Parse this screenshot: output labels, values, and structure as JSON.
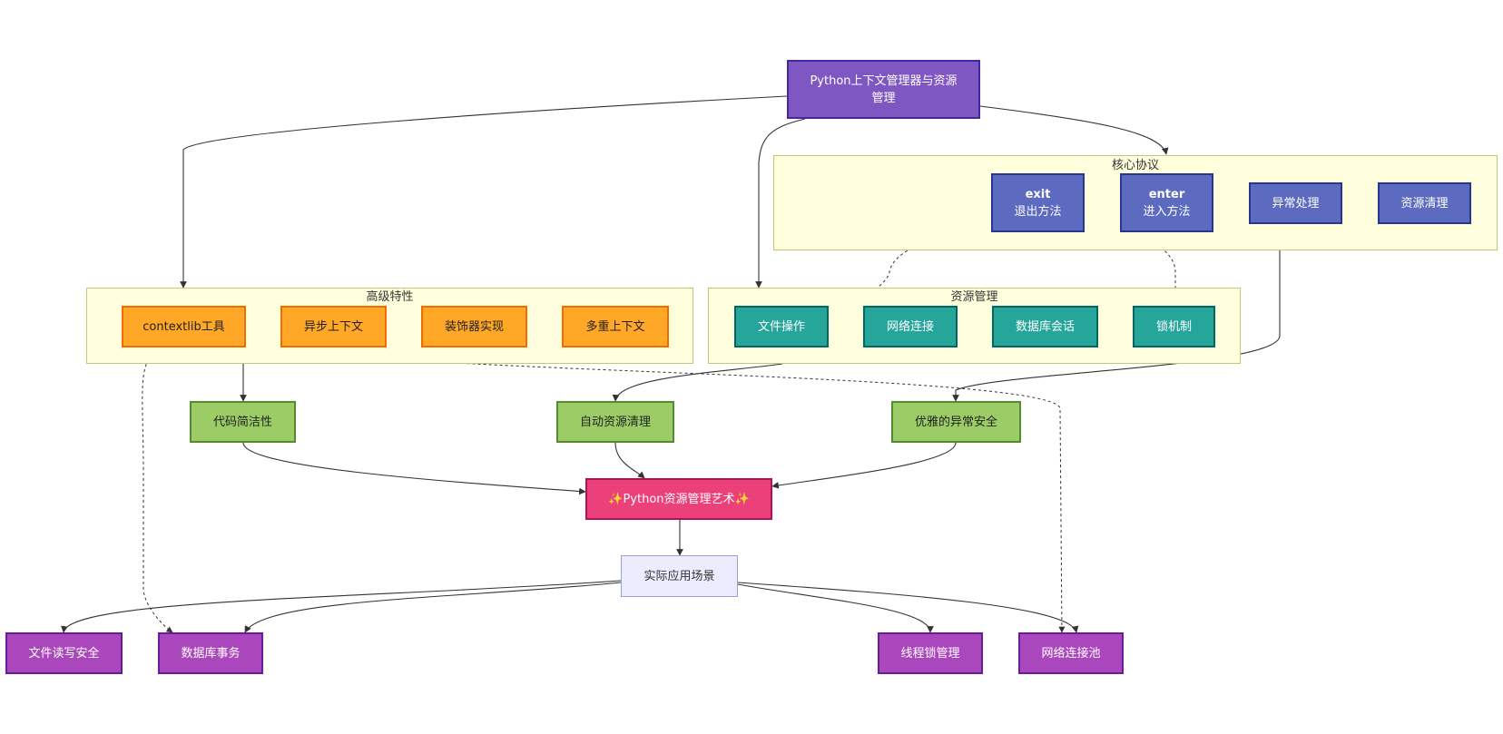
{
  "root": {
    "label": "Python上下文管理器与资源管理"
  },
  "core": {
    "title": "核心协议",
    "exit": {
      "name": "exit",
      "desc": "退出方法"
    },
    "enter": {
      "name": "enter",
      "desc": "进入方法"
    },
    "exception": "异常处理",
    "cleanup": "资源清理"
  },
  "advanced": {
    "title": "高级特性",
    "contextlib": "contextlib工具",
    "async_ctx": "异步上下文",
    "decorator": "装饰器实现",
    "multi": "多重上下文"
  },
  "resources": {
    "title": "资源管理",
    "file": "文件操作",
    "network": "网络连接",
    "db": "数据库会话",
    "lock": "锁机制"
  },
  "benefits": {
    "concise": "代码简洁性",
    "auto_cleanup": "自动资源清理",
    "exception_safety": "优雅的异常安全"
  },
  "art": {
    "label": "✨Python资源管理艺术✨"
  },
  "scenarios": {
    "title": "实际应用场景",
    "file_rw": "文件读写安全",
    "db_tx": "数据库事务",
    "thread_lock": "线程锁管理",
    "conn_pool": "网络连接池"
  },
  "colors": {
    "edge": "#333333",
    "group_bg": "#ffffdd"
  }
}
